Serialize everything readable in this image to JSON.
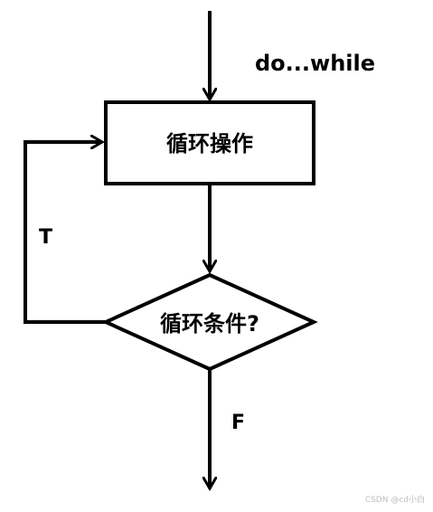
{
  "diagram": {
    "title": "do...while",
    "process_label": "循环操作",
    "decision_label": "循环条件?",
    "true_label": "T",
    "false_label": "F"
  },
  "watermark": {
    "text": "CSDN @cd小白"
  },
  "colors": {
    "background": "#ffffff",
    "stroke": "#000000",
    "watermark": "#bdbdbd"
  },
  "icons": {
    "arrowhead": "arrow-head-icon"
  }
}
